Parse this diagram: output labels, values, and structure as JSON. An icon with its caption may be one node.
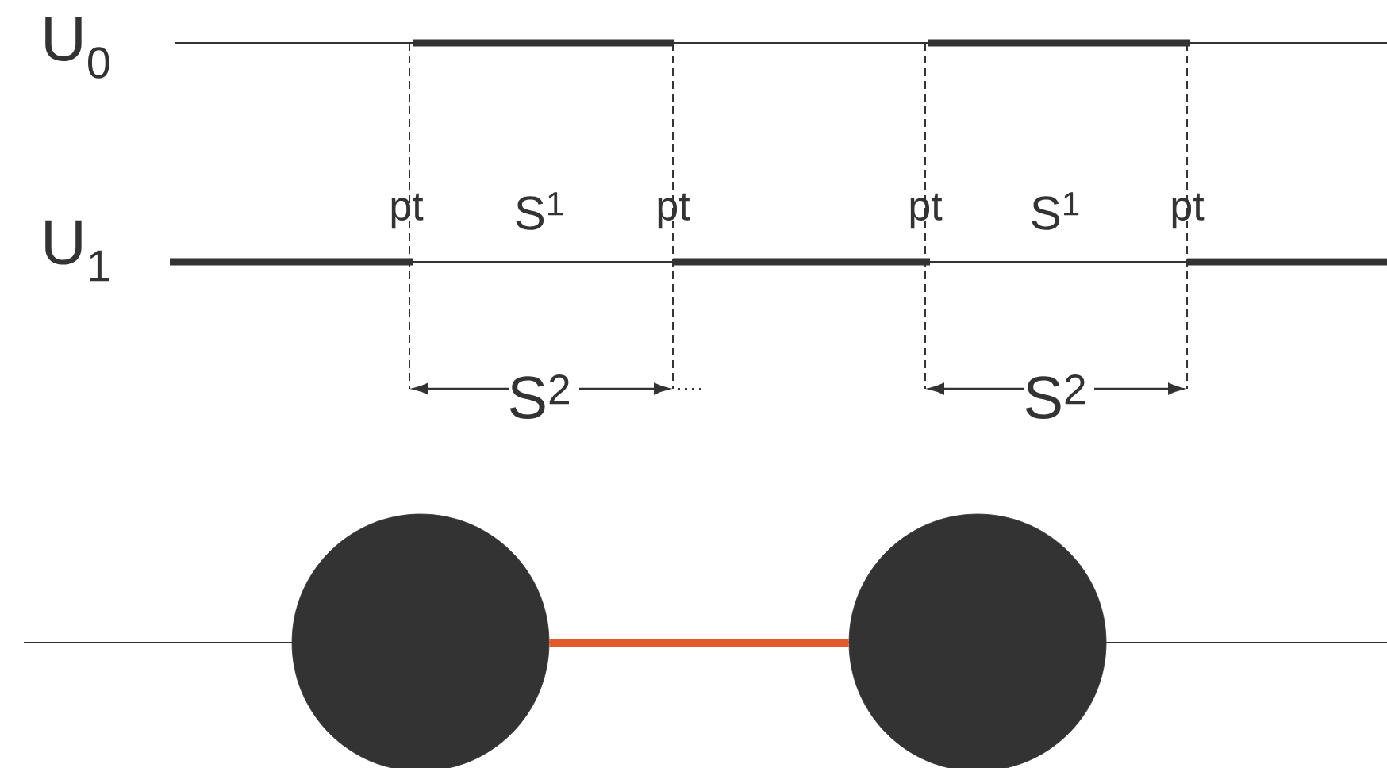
{
  "diagram": {
    "nodes": [
      {
        "text": [],
        "shape": "circle"
      },
      {
        "text": [],
        "shape": "circle"
      }
    ],
    "edges": [
      {
        "from": 0,
        "to": 1,
        "arrow": "none",
        "color": "#e35a2c"
      }
    ],
    "labels": [
      "U$_{0}$",
      "U$_{1}$",
      "pt",
      "S$^{1}$",
      "pt",
      "pt",
      "S$^{1}$",
      "pt",
      "S$^{2}$",
      "S$^{2}$"
    ]
  }
}
